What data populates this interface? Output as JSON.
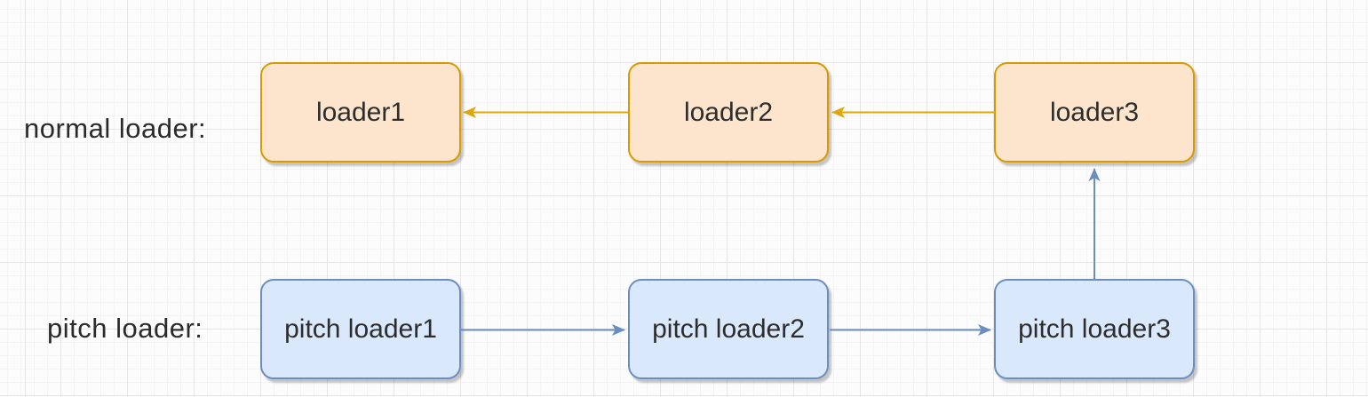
{
  "canvas": {
    "background": "#fcfcfc",
    "grid_major_color": "#e6e6e9",
    "grid_minor_color": "#f4f4f6"
  },
  "normal_row": {
    "label": "normal loader:",
    "nodes": [
      {
        "label": "loader1"
      },
      {
        "label": "loader2"
      },
      {
        "label": "loader3"
      }
    ],
    "node_fill": "#fce5cc",
    "node_border": "#d79b00",
    "arrow_color": "#dfa70e"
  },
  "pitch_row": {
    "label": "pitch loader:",
    "nodes": [
      {
        "label": "pitch loader1"
      },
      {
        "label": "pitch loader2"
      },
      {
        "label": "pitch loader3"
      }
    ],
    "node_fill": "#dae8fc",
    "node_border": "#6c8ebf",
    "arrow_color": "#6c8ebf"
  },
  "edges": [
    {
      "from": "loader2",
      "to": "loader1",
      "color": "#dfa70e",
      "direction": "left"
    },
    {
      "from": "loader3",
      "to": "loader2",
      "color": "#dfa70e",
      "direction": "left"
    },
    {
      "from": "pitch loader1",
      "to": "pitch loader2",
      "color": "#6c8ebf",
      "direction": "right"
    },
    {
      "from": "pitch loader2",
      "to": "pitch loader3",
      "color": "#6c8ebf",
      "direction": "right"
    },
    {
      "from": "pitch loader3",
      "to": "loader3",
      "color": "#6c8ebf",
      "direction": "up"
    }
  ],
  "text_color": "#2d2d2d"
}
